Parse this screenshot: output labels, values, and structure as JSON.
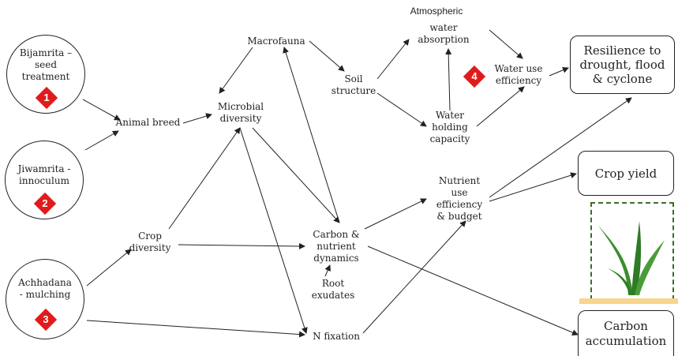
{
  "nodes": {
    "atmospheric": "Atmospheric",
    "macrofauna": "Macrofauna",
    "water_absorption": "water\nabsorption",
    "soil_structure": "Soil\nstructure",
    "water_use_efficiency": "Water use\nefficiency",
    "resilience": "Resilience to\ndrought, flood\n& cyclone",
    "microbial_diversity": "Microbial\ndiversity",
    "animal_breed": "Animal breed",
    "water_holding": "Water\nholding\ncapacity",
    "nutrient_use": "Nutrient\nuse\nefficiency\n& budget",
    "crop_yield": "Crop yield",
    "crop_diversity": "Crop\ndiversity",
    "carbon_nutrient": "Carbon &\nnutrient\ndynamics",
    "root_exudates": "Root\nexudates",
    "n_fixation": "N fixation",
    "carbon_accumulation": "Carbon\naccumulation"
  },
  "inputs": [
    {
      "label": "Bijamrita –\nseed\ntreatment",
      "badge": "1"
    },
    {
      "label": "Jiwamrita -\ninnoculum",
      "badge": "2"
    },
    {
      "label": "Achhadana\n- mulching",
      "badge": "3"
    }
  ],
  "water_badge": "4",
  "colors": {
    "badge": "#e01b1b",
    "frame": "#3f6b2a",
    "soil": "#f6d58c",
    "leaf": "#3c8d2f"
  }
}
